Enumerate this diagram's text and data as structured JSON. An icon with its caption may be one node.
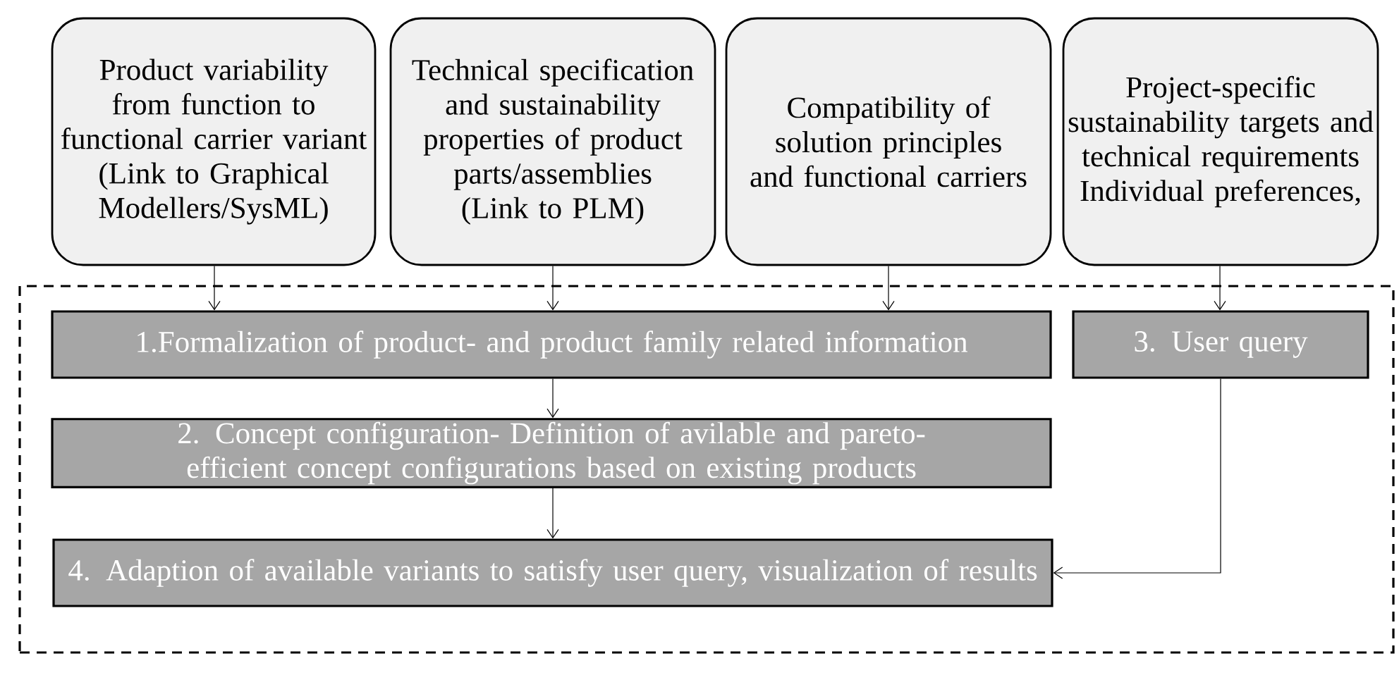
{
  "diagram": {
    "nodes": [
      {
        "text": [
          "Product variability from function to functional carrier variant",
          "(Link to Graphical Modellers/SysML)"
        ]
      },
      {
        "text": [
          "Technical specification and sustainability properties of product parts/assemblies",
          "(Link to PLM)"
        ]
      },
      {
        "text": [
          "Compatibility of solution principles and functional carriers"
        ]
      },
      {
        "text": [
          "Project-specific sustainability targets and technical requirements",
          "Individual preferences,"
        ]
      },
      {
        "text": [],
        "shape": "box"
      },
      {
        "text": [
          "1.Formalization of product- and product family related information"
        ],
        "in": 4
      },
      {
        "text": [
          "2. Concept configuration- Definition of avilable and pareto-efficient concept configurations based on existing products"
        ],
        "in": 4
      },
      {
        "text": [
          "3. User query"
        ],
        "in": 4
      },
      {
        "text": [
          "4. Adaption of available variants to satisfy user query, visualization of results"
        ],
        "in": 4
      }
    ],
    "edges": [
      {
        "from": 0,
        "to": 5,
        "arrow": "to"
      },
      {
        "from": 1,
        "to": 5,
        "arrow": "to"
      },
      {
        "from": 2,
        "to": 5,
        "arrow": "to"
      },
      {
        "from": 3,
        "to": 7,
        "arrow": "to"
      },
      {
        "from": 5,
        "to": 6,
        "arrow": "to"
      },
      {
        "from": 6,
        "to": 8,
        "arrow": "to"
      },
      {
        "from": 7,
        "to": 8,
        "arrow": "to"
      }
    ]
  }
}
